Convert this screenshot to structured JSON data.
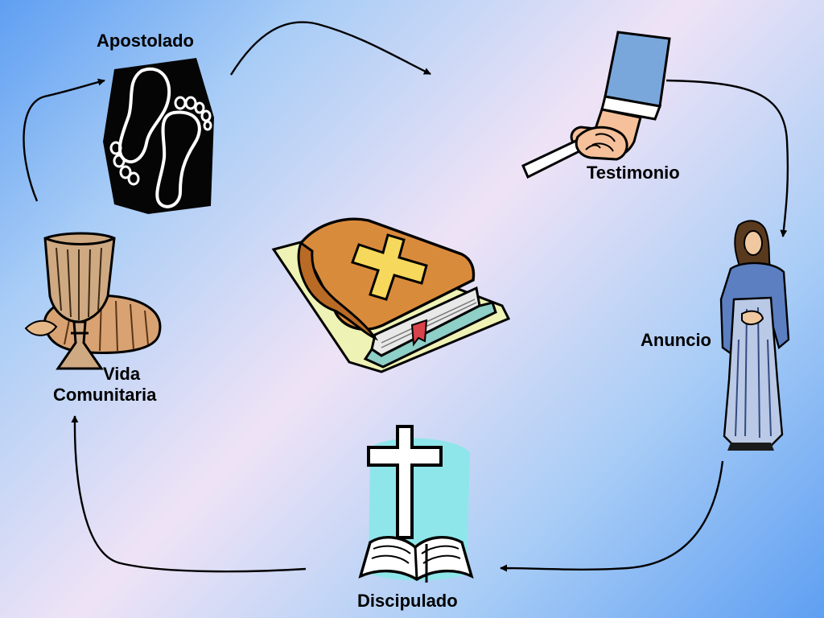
{
  "diagram": {
    "center_icon": "bible-icon",
    "cycle_arrow_color": "#000000",
    "nodes": [
      {
        "id": "apostolado",
        "label": "Apostolado",
        "icon": "footprints-icon"
      },
      {
        "id": "testimonio",
        "label": "Testimonio",
        "icon": "handshake-icon"
      },
      {
        "id": "anuncio",
        "label": "Anuncio",
        "icon": "jesus-figure-icon"
      },
      {
        "id": "discipulado",
        "label": "Discipulado",
        "icon": "cross-open-book-icon"
      },
      {
        "id": "vida-comunitaria",
        "label_line1": "Vida",
        "label_line2": "Comunitaria",
        "icon": "chalice-bread-icon"
      }
    ]
  }
}
